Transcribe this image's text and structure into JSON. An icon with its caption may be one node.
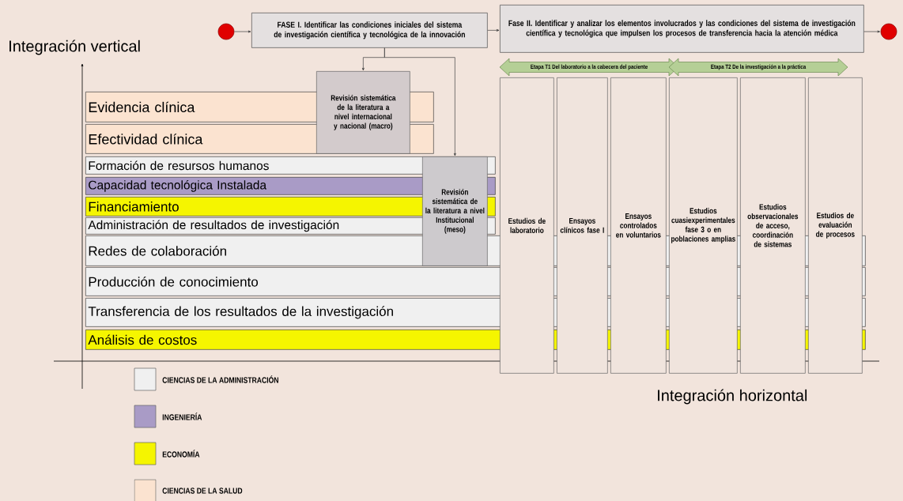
{
  "diagram": {
    "nodes": [
      {
        "text": [],
        "shape": "circle"
      },
      {
        "text": [
          "FASE I. Identificar las condiciones iniciales del sistema de investigación científica y tecnológica de la innovación"
        ]
      },
      {
        "text": [
          "Fase II. Identificar y analizar los elementos involucrados y las condiciones del sistema de investigación científica y tecnológica que impulsen los procesos de transferencia hacia la atención médica"
        ]
      },
      {
        "text": [],
        "shape": "circle"
      },
      {
        "text": [
          "Etapa T1 Del laboratorio a la cabecera del paciente"
        ]
      },
      {
        "text": [
          "Etapa T2 De la investigación a la práctica"
        ]
      },
      {
        "text": [
          "Revisión sistemática de la literatura a nivel internacional y nacional (macro)"
        ]
      },
      {
        "text": [
          "Revisión sistemática de la literatura a nivel Institucional (meso)"
        ]
      },
      {
        "text": [
          "Evidencia clínica"
        ]
      },
      {
        "text": [
          "Efectividad clínica"
        ]
      },
      {
        "text": [
          "Formación de resursos humanos"
        ]
      },
      {
        "text": [
          "Capacidad tecnológica Instalada"
        ]
      },
      {
        "text": [
          "Financiamiento"
        ]
      },
      {
        "text": [
          "Administración de resultados de investigación"
        ]
      },
      {
        "text": [
          "Redes de colaboración"
        ]
      },
      {
        "text": [
          "Producción de conocimiento"
        ]
      },
      {
        "text": [
          "Transferencia de los resultados de la investigación"
        ]
      },
      {
        "text": [
          "Análisis de costos"
        ]
      },
      {
        "text": [
          "Estudios de laboratorio"
        ]
      },
      {
        "text": [
          "Ensayos clínicos fase I"
        ]
      },
      {
        "text": [
          "Ensayos controlados en voluntarios"
        ]
      },
      {
        "text": [
          "Estudios cuasiexperimentales fase 3 o en poblaciones amplias"
        ]
      },
      {
        "text": [
          "Estudios observacionales de acceso, coordinación de sistemas"
        ]
      },
      {
        "text": [
          "Estudios de evaluación de procesos"
        ]
      }
    ],
    "edges": [
      {
        "from": 0,
        "to": 1,
        "arrow": "to"
      },
      {
        "from": 1,
        "to": 2,
        "arrow": "to"
      },
      {
        "from": 2,
        "to": 3,
        "arrow": "to"
      },
      {
        "from": 1,
        "to": 6,
        "arrow": "to"
      },
      {
        "from": 1,
        "to": 7,
        "arrow": "to"
      }
    ],
    "labels": [
      "Integración vertical",
      "Integración horizontal"
    ],
    "legend": [
      {
        "text": "CIENCIAS DE LA ADMINISTRACIÓN",
        "color": "#f0f0f0"
      },
      {
        "text": "INGENIERÍA",
        "color": "#a99bc6"
      },
      {
        "text": "ECONOMÍA",
        "color": "#f5f500"
      },
      {
        "text": "CIENCIAS DE LA SALUD",
        "color": "#fbe3d0"
      }
    ]
  }
}
